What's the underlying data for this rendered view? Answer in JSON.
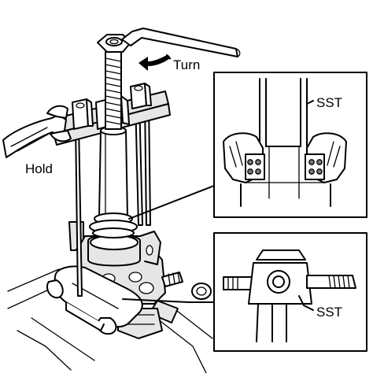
{
  "labels": {
    "turn": "Turn",
    "hold": "Hold",
    "sst_upper": "SST",
    "sst_lower": "SST"
  }
}
